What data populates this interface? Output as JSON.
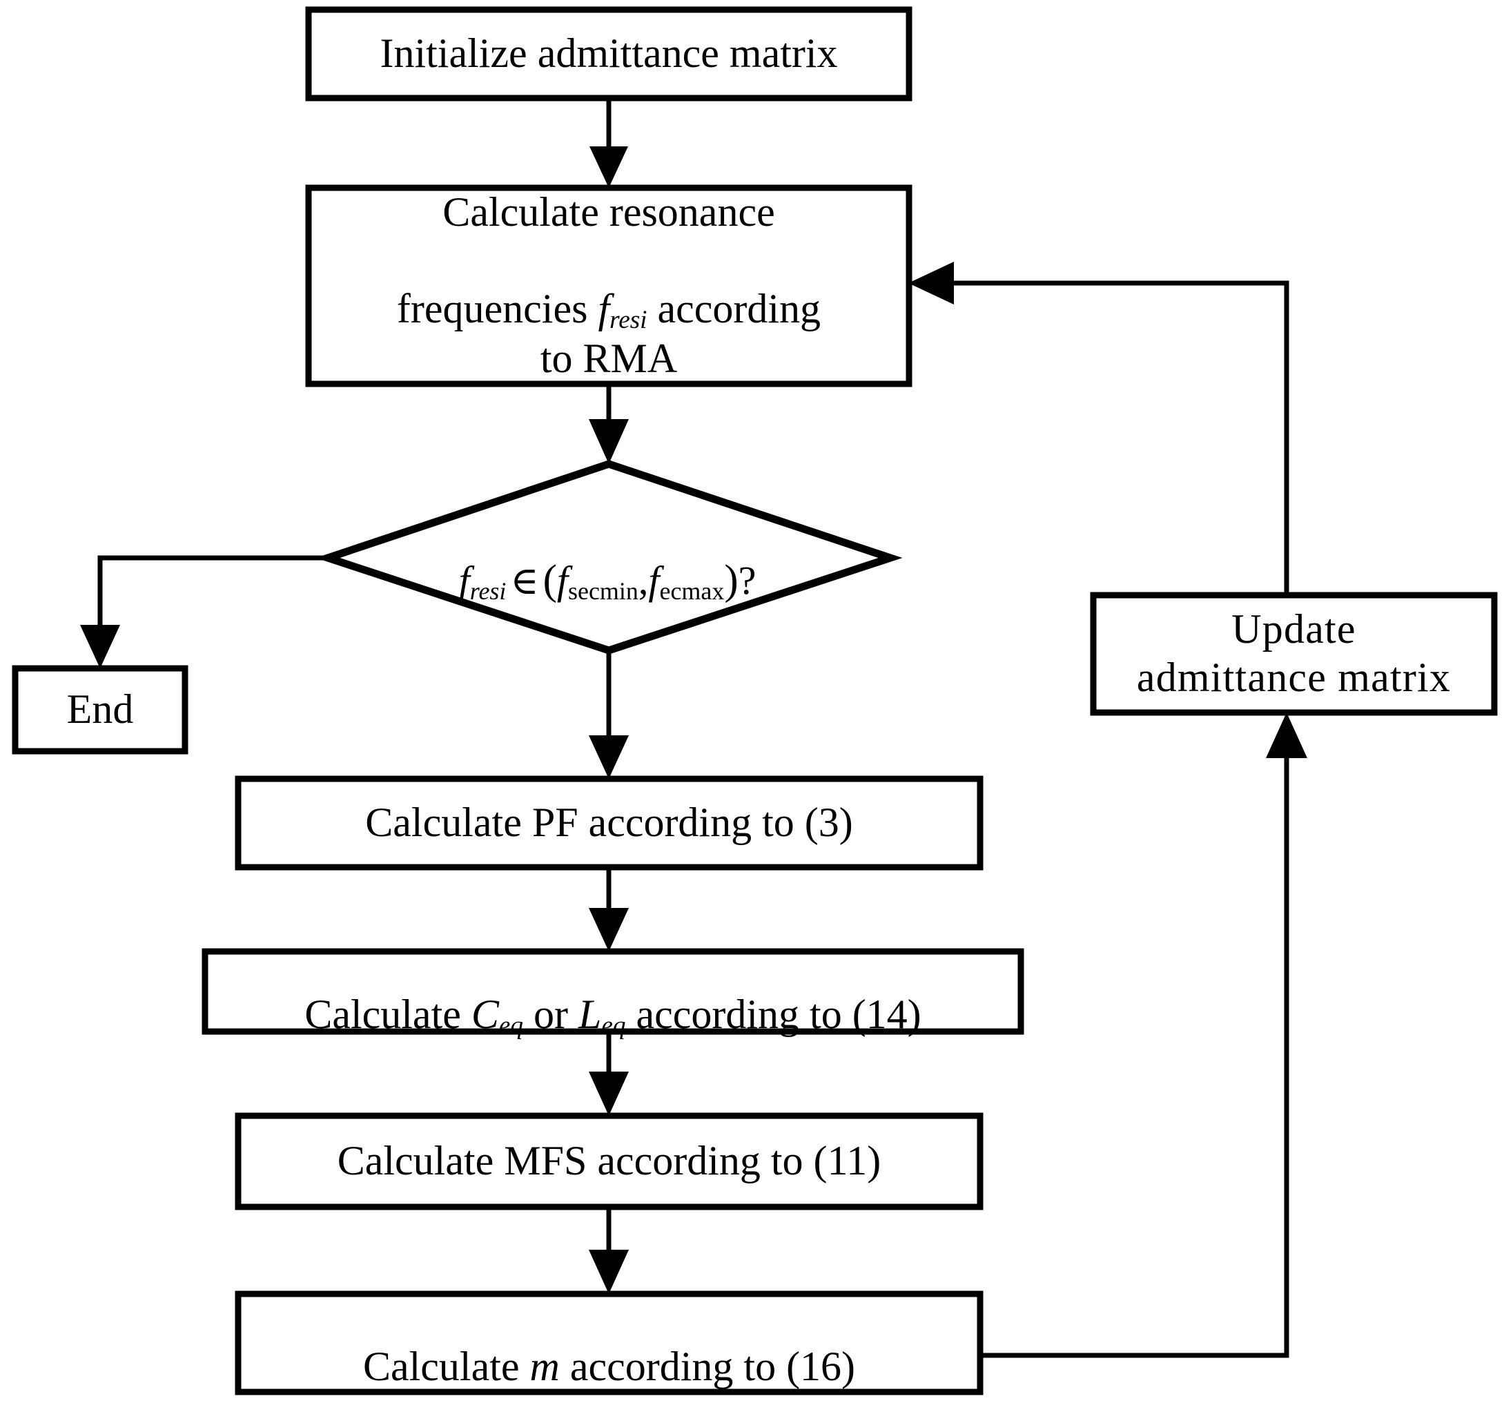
{
  "diagram": {
    "type": "flowchart",
    "title": "Admittance matrix resonance iteration flowchart",
    "background_color": "#ffffff",
    "line_color": "#000000",
    "text_color": "#000000"
  },
  "nodes": {
    "initialize": {
      "shape": "process",
      "label": "Initialize admittance matrix"
    },
    "calc_resonance": {
      "shape": "process",
      "line1": "Calculate resonance",
      "line2_pre": "frequencies ",
      "line2_var": "f",
      "line2_sub": "resi",
      "line2_post": "  according",
      "line3": "to RMA"
    },
    "decision": {
      "shape": "decision",
      "var1": "f",
      "var1_sub": "resi",
      "operator": "∈",
      "open_paren": "(",
      "var2": "f",
      "var2_sub": "secmin",
      "comma": ",",
      "var3": "f",
      "var3_sub": "ecmax",
      "close_paren": ")",
      "question": "?"
    },
    "end": {
      "shape": "terminator",
      "label": "End"
    },
    "calc_pf": {
      "shape": "process",
      "label": "Calculate PF according to (3)"
    },
    "calc_ceq_leq": {
      "shape": "process",
      "pre": "Calculate ",
      "var1": "C",
      "var1_sub": "eq",
      "mid": " or ",
      "var2": "L",
      "var2_sub": "eq",
      "post": " according to (14)"
    },
    "calc_mfs": {
      "shape": "process",
      "label": "Calculate MFS according to (11)"
    },
    "calc_m": {
      "shape": "process",
      "pre": "Calculate ",
      "var": "m",
      "post": " according to (16)"
    },
    "update": {
      "shape": "process",
      "line1": "Update",
      "line2": "admittance matrix"
    }
  },
  "edges": [
    {
      "name": "initialize-to-calc-resonance",
      "from": "initialize",
      "to": "calc_resonance",
      "direction": "down",
      "label": ""
    },
    {
      "name": "calc-resonance-to-decision",
      "from": "calc_resonance",
      "to": "decision",
      "direction": "down",
      "label": ""
    },
    {
      "name": "decision-to-end",
      "from": "decision",
      "to": "end",
      "direction": "left-then-down",
      "label": ""
    },
    {
      "name": "decision-to-calc-pf",
      "from": "decision",
      "to": "calc_pf",
      "direction": "down",
      "label": ""
    },
    {
      "name": "calc-pf-to-calc-ceq-leq",
      "from": "calc_pf",
      "to": "calc_ceq_leq",
      "direction": "down",
      "label": ""
    },
    {
      "name": "calc-ceq-leq-to-calc-mfs",
      "from": "calc_ceq_leq",
      "to": "calc_mfs",
      "direction": "down",
      "label": ""
    },
    {
      "name": "calc-mfs-to-calc-m",
      "from": "calc_mfs",
      "to": "calc_m",
      "direction": "down",
      "label": ""
    },
    {
      "name": "calc-m-to-update",
      "from": "calc_m",
      "to": "update",
      "direction": "right-then-up",
      "label": ""
    },
    {
      "name": "update-to-calc-resonance",
      "from": "update",
      "to": "calc_resonance",
      "direction": "up-then-left",
      "label": ""
    }
  ]
}
